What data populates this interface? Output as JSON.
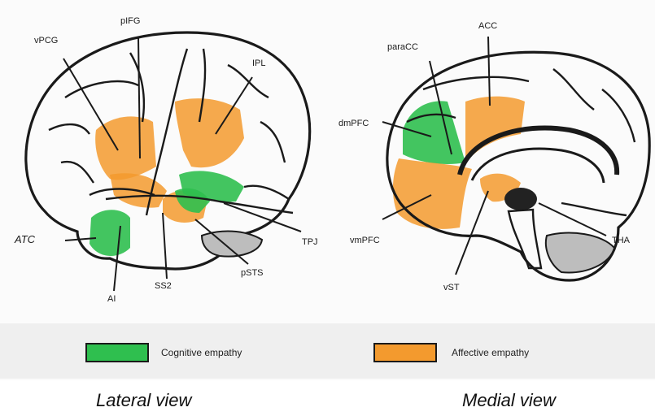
{
  "colors": {
    "cognitive": "#2fbf4f",
    "affective": "#f39a2e",
    "ink": "#1a1a1a",
    "legend_band": "#eeeeee"
  },
  "lateral": {
    "labels": {
      "vpcg": "vPCG",
      "pifg": "pIFG",
      "ipl": "IPL",
      "atc": "ATC",
      "ai": "AI",
      "ss2": "SS2",
      "psts": "pSTS",
      "tpj": "TPJ"
    }
  },
  "medial": {
    "labels": {
      "paracc": "paraCC",
      "acc": "ACC",
      "dmpfc": "dmPFC",
      "vmpfc": "vmPFC",
      "vst": "vST",
      "tha": "THA"
    }
  },
  "legend": {
    "cognitive_label": "Cognitive empathy",
    "affective_label": "Affective empathy"
  },
  "captions": {
    "lateral": "Lateral view",
    "medial": "Medial view"
  }
}
